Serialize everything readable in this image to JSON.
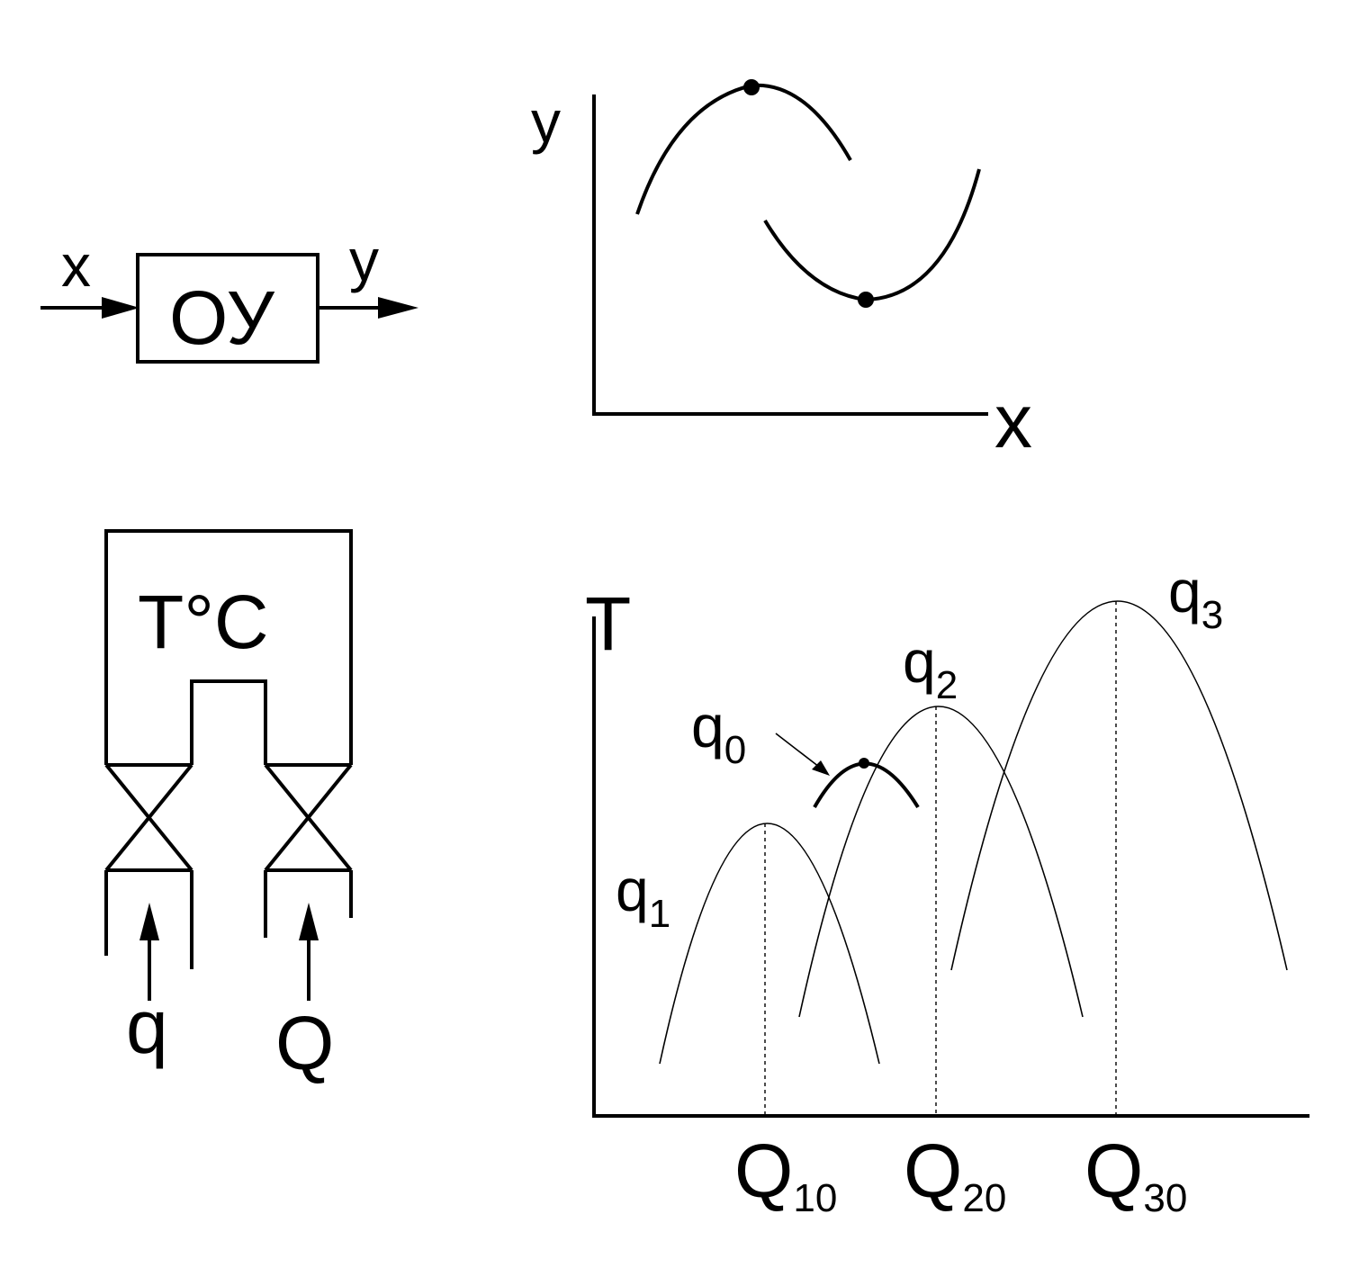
{
  "block": {
    "input_label": "x",
    "box_label": "ОУ",
    "output_label": "y"
  },
  "curve_plot": {
    "y_axis_label": "y",
    "x_axis_label": "x"
  },
  "furnace": {
    "temp_label": "T",
    "temp_unit": "°C",
    "input1_label": "q",
    "input2_label": "Q"
  },
  "temp_plot": {
    "y_axis_label": "T",
    "curves": [
      {
        "base": "q",
        "sub": "0"
      },
      {
        "base": "q",
        "sub": "1"
      },
      {
        "base": "q",
        "sub": "2"
      },
      {
        "base": "q",
        "sub": "3"
      }
    ],
    "ticks": [
      {
        "base": "Q",
        "sub": "10"
      },
      {
        "base": "Q",
        "sub": "20"
      },
      {
        "base": "Q",
        "sub": "30"
      }
    ]
  }
}
